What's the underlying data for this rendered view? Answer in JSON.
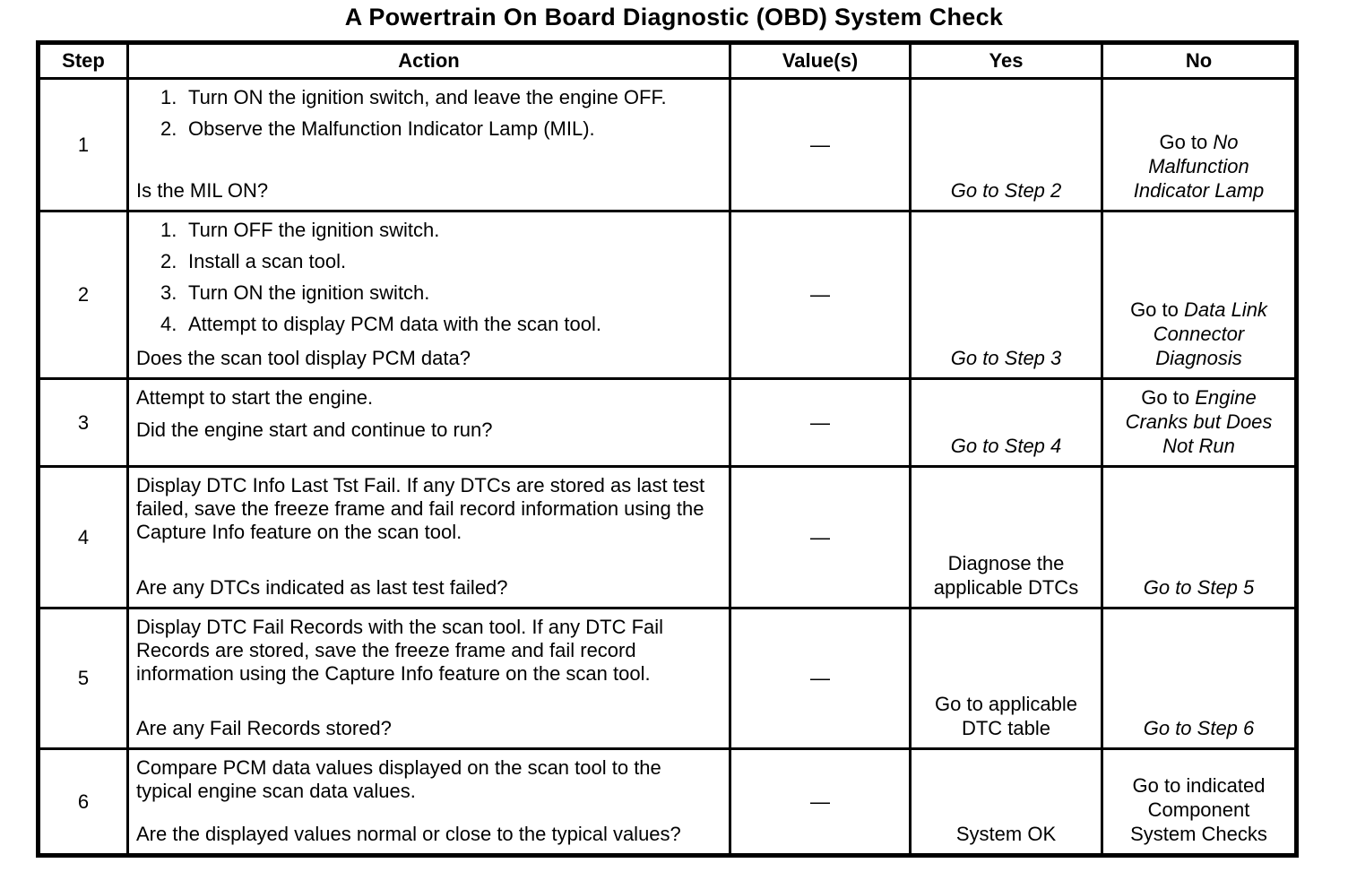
{
  "title": "A Powertrain On Board Diagnostic (OBD) System Check",
  "table": {
    "headers": [
      "Step",
      "Action",
      "Value(s)",
      "Yes",
      "No"
    ],
    "rows": [
      {
        "step": "1",
        "action": {
          "items": [
            "Turn ON the ignition switch, and leave the engine OFF.",
            "Observe the Malfunction Indicator Lamp (MIL)."
          ],
          "paragraphs": [],
          "question": "Is the MIL ON?"
        },
        "value": "—",
        "yes": [
          {
            "text": "Go to Step 2",
            "italic": true
          }
        ],
        "no": [
          {
            "text": "Go to ",
            "italic": false
          },
          {
            "text": "No Malfunction Indicator Lamp",
            "italic": true
          }
        ]
      },
      {
        "step": "2",
        "action": {
          "items": [
            "Turn OFF the ignition switch.",
            "Install a scan tool.",
            "Turn ON the ignition switch.",
            "Attempt to display PCM data with the scan tool."
          ],
          "paragraphs": [],
          "question": "Does the scan tool display PCM data?"
        },
        "value": "—",
        "yes": [
          {
            "text": "Go to Step 3",
            "italic": true
          }
        ],
        "no": [
          {
            "text": "Go to ",
            "italic": false
          },
          {
            "text": "Data Link Connector Diagnosis",
            "italic": true
          }
        ]
      },
      {
        "step": "3",
        "action": {
          "items": [],
          "paragraphs": [
            "Attempt to start the engine."
          ],
          "question": "Did the engine start and continue to run?"
        },
        "value": "—",
        "yes": [
          {
            "text": "Go to Step 4",
            "italic": true
          }
        ],
        "no": [
          {
            "text": "Go to ",
            "italic": false
          },
          {
            "text": "Engine Cranks but Does Not Run",
            "italic": true
          }
        ]
      },
      {
        "step": "4",
        "action": {
          "items": [],
          "paragraphs": [
            "Display DTC Info Last Tst Fail. If any DTCs are stored as last test failed, save the freeze frame and fail record information using the Capture Info feature on the scan tool."
          ],
          "question": "Are any DTCs indicated as last test failed?"
        },
        "value": "—",
        "yes": [
          {
            "text": "Diagnose the applicable DTCs",
            "italic": false
          }
        ],
        "no": [
          {
            "text": "Go to Step 5",
            "italic": true
          }
        ]
      },
      {
        "step": "5",
        "action": {
          "items": [],
          "paragraphs": [
            "Display DTC Fail Records with the scan tool. If any DTC Fail Records are stored, save the freeze frame and fail record information using the Capture Info feature on the scan tool."
          ],
          "question": "Are any Fail Records stored?"
        },
        "value": "—",
        "yes": [
          {
            "text": "Go to applicable DTC table",
            "italic": false
          }
        ],
        "no": [
          {
            "text": "Go to Step 6",
            "italic": true
          }
        ]
      },
      {
        "step": "6",
        "action": {
          "items": [],
          "paragraphs": [
            "Compare PCM data values displayed on the scan tool to the typical engine scan data values."
          ],
          "question": "Are the displayed values normal or close to the typical values?"
        },
        "value": "—",
        "yes": [
          {
            "text": "System OK",
            "italic": false
          }
        ],
        "no": [
          {
            "text": "Go to indicated Component System Checks",
            "italic": false
          }
        ]
      }
    ]
  }
}
